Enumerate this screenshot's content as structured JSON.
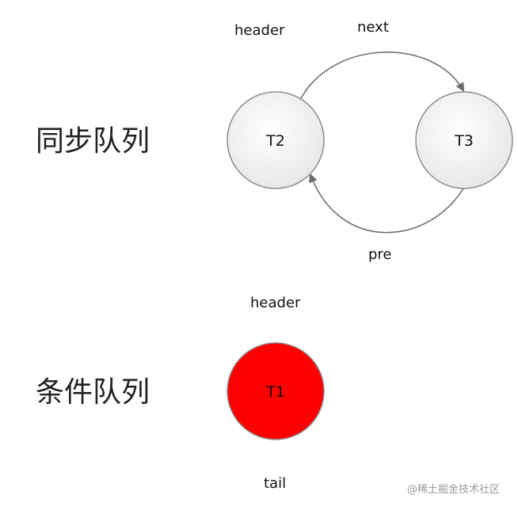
{
  "sync_queue": {
    "title": "同步队列",
    "header_label": "header",
    "next_label": "next",
    "pre_label": "pre",
    "node_a": "T2",
    "node_b": "T3"
  },
  "condition_queue": {
    "title": "条件队列",
    "header_label": "header",
    "tail_label": "tail",
    "node": "T1"
  },
  "watermark": "@稀土掘金技术社区",
  "colors": {
    "sync_node_fill": "#f2f2f2",
    "sync_node_stroke": "#8c8c8c",
    "condition_node_fill": "#ff0000",
    "condition_node_stroke": "#8c8c8c",
    "arrow_stroke": "#707070"
  }
}
